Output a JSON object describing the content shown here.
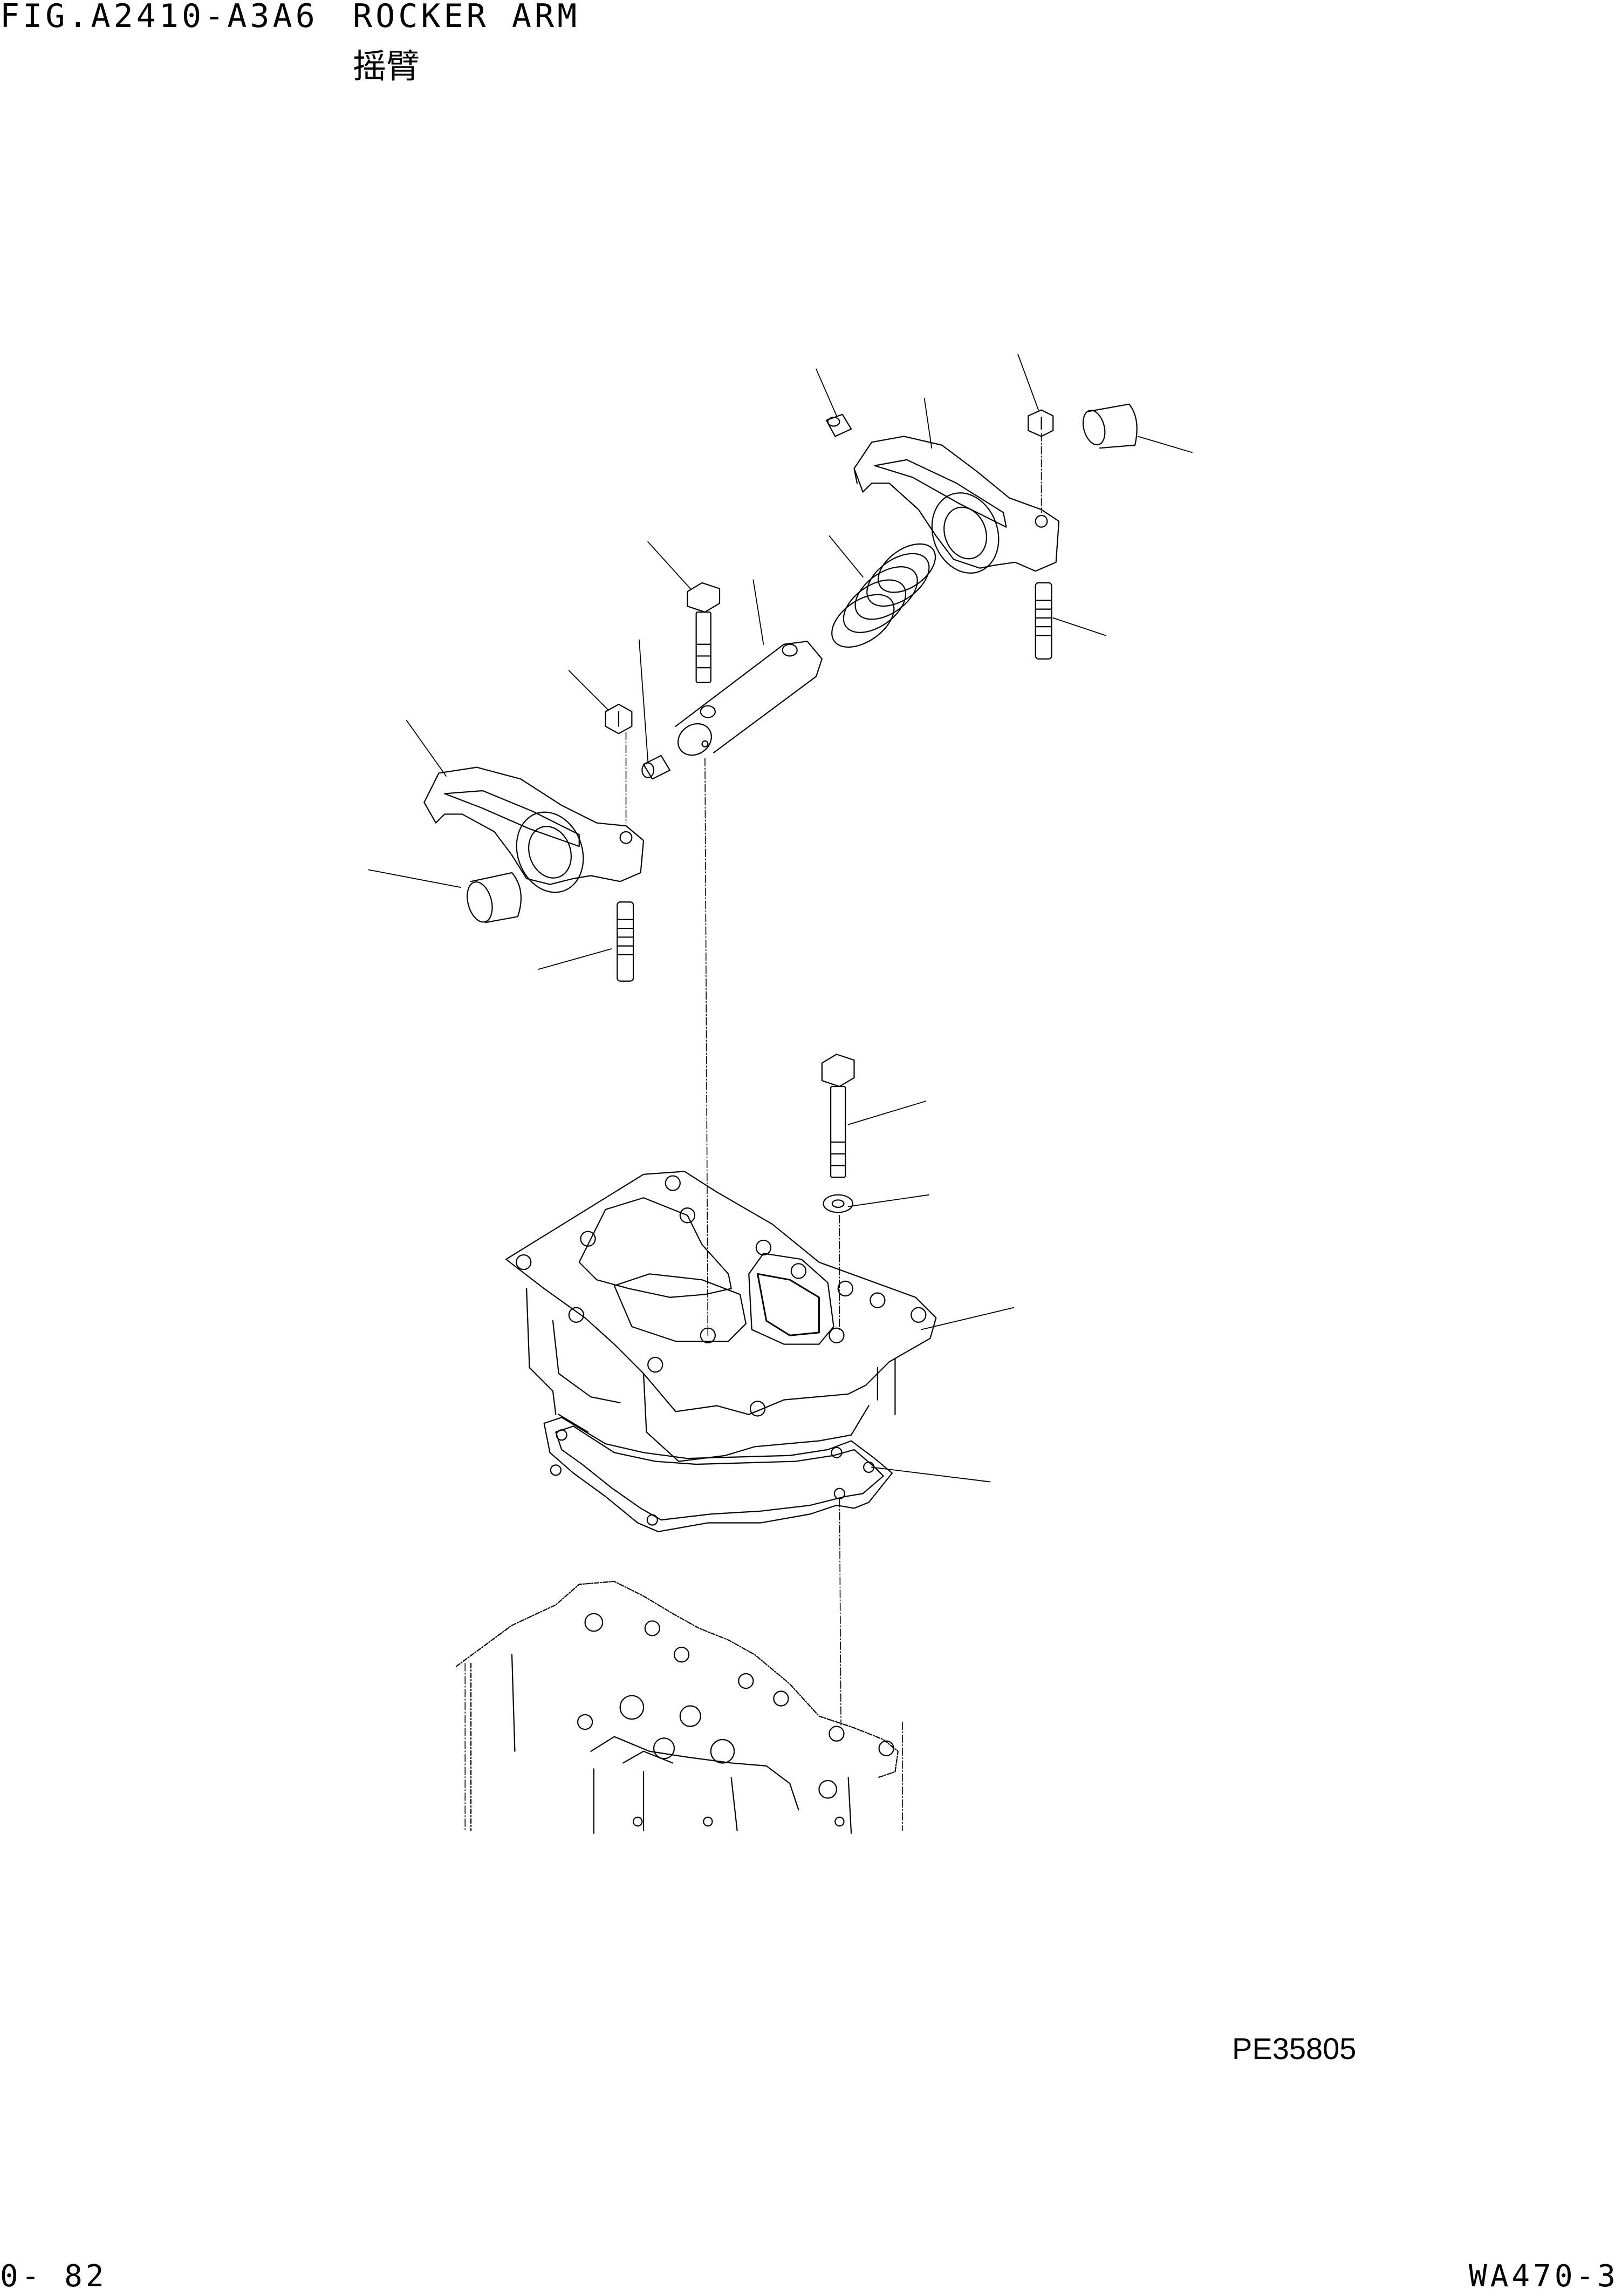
{
  "header": {
    "figure_code": "FIG.A2410-A3A6",
    "title_en": "ROCKER ARM",
    "title_cn": "摇臂"
  },
  "diagram": {
    "drawing_id": "PE35805"
  },
  "footer": {
    "page_number": "0- 82",
    "model_code": "WA470-3"
  }
}
